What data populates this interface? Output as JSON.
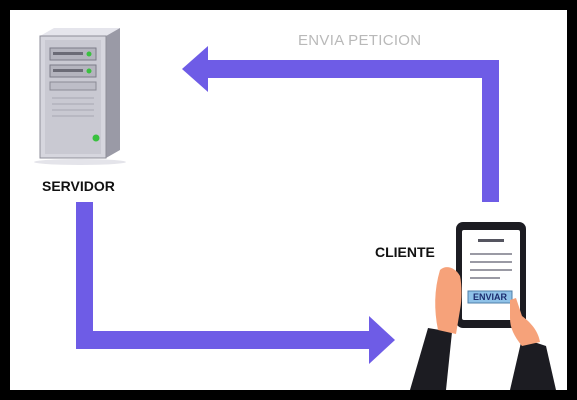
{
  "labels": {
    "request": "ENVIA PETICION",
    "server": "SERVIDOR",
    "client": "CLIENTE",
    "send_button": "ENVIAR"
  },
  "colors": {
    "arrow": "#6e5ce6",
    "border": "#000000",
    "background": "#ffffff",
    "request_label": "#b9b9b9",
    "send_button": "#8fc2e8"
  },
  "icons": {
    "server": "server-tower-icon",
    "client": "hand-holding-tablet-icon"
  }
}
